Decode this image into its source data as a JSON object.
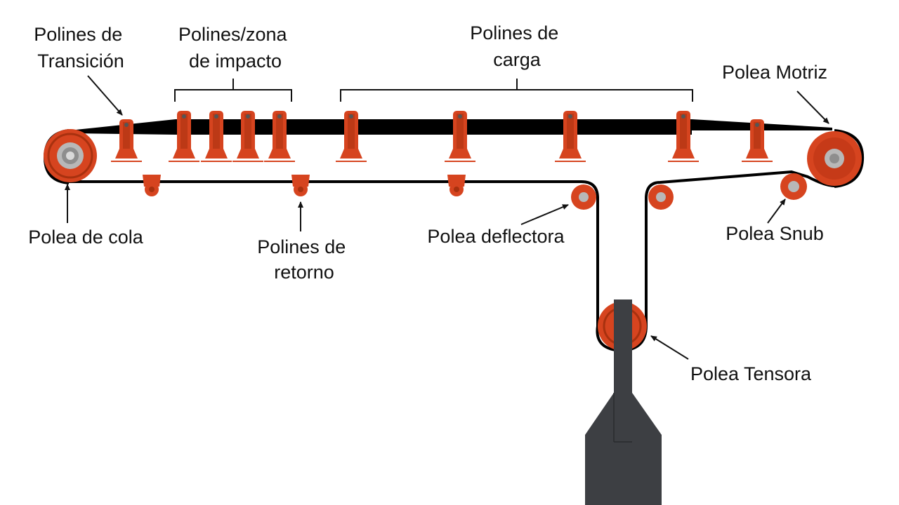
{
  "labels": {
    "transition_idlers": [
      "Polines de",
      "Transición"
    ],
    "impact_idlers": [
      "Polines/zona",
      "de impacto"
    ],
    "carry_idlers": [
      "Polines de",
      "carga"
    ],
    "drive_pulley": "Polea Motriz",
    "tail_pulley": "Polea de cola",
    "return_idlers": [
      "Polines de",
      "retorno"
    ],
    "bend_pulley": "Polea deflectora",
    "snub_pulley": "Polea Snub",
    "take_up_pulley": "Polea Tensora"
  },
  "colors": {
    "belt": "#000000",
    "idler_orange": "#d6441f",
    "idler_dark": "#a8310f",
    "hub_grey": "#9a9a9a",
    "counterweight": "#3d3f43",
    "text": "#111111"
  }
}
